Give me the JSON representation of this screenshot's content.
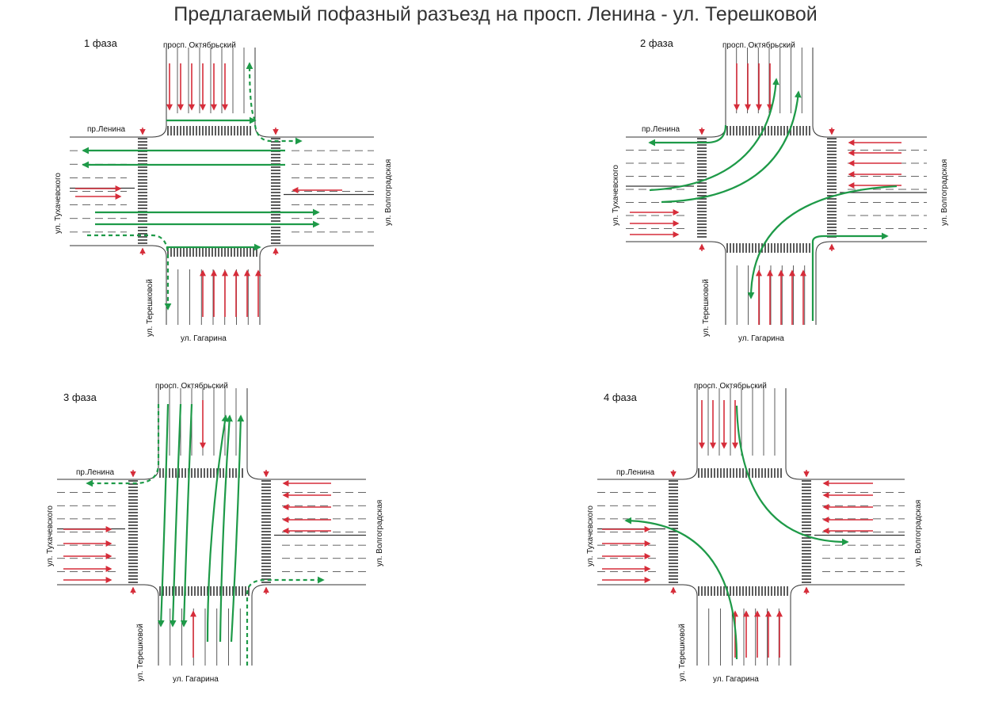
{
  "title": "Предлагаемый пофазный разъезд на просп. Ленина - ул. Терешковой",
  "colors": {
    "red": "#d62d3a",
    "green": "#1e9a48",
    "road": "#333333"
  },
  "streets": {
    "north": "просп. Октябрьский",
    "west_top": "пр.Ленина",
    "west": "ул. Тухачевского",
    "east": "ул. Волгоградская",
    "south_left": "ул. Терешковой",
    "south": "ул. Гагарина"
  },
  "phases": [
    {
      "label": "1 фаза"
    },
    {
      "label": "2 фаза"
    },
    {
      "label": "3 фаза"
    },
    {
      "label": "4 фаза"
    }
  ]
}
